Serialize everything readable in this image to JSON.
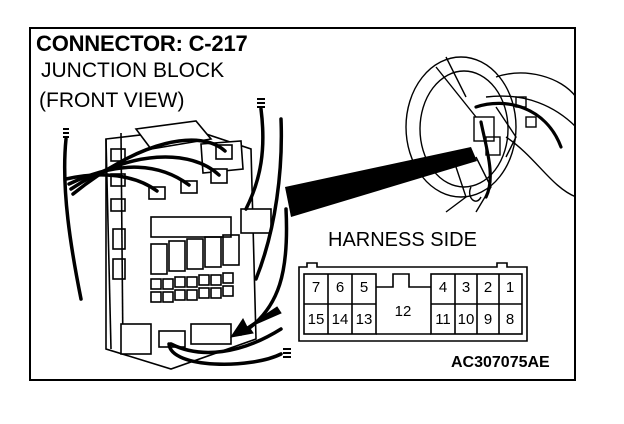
{
  "header": {
    "title": "CONNECTOR: C-217",
    "line1": "JUNCTION BLOCK",
    "line2": "(FRONT VIEW)"
  },
  "harness": {
    "label": "HARNESS SIDE",
    "top_pins": [
      "7",
      "6",
      "5",
      "4",
      "3",
      "2",
      "1"
    ],
    "center_pin": "12",
    "bottom_pins": [
      "15",
      "14",
      "13",
      "11",
      "10",
      "9",
      "8"
    ]
  },
  "figure_code": "AC307075AE",
  "colors": {
    "line": "#000000",
    "background": "#ffffff"
  }
}
